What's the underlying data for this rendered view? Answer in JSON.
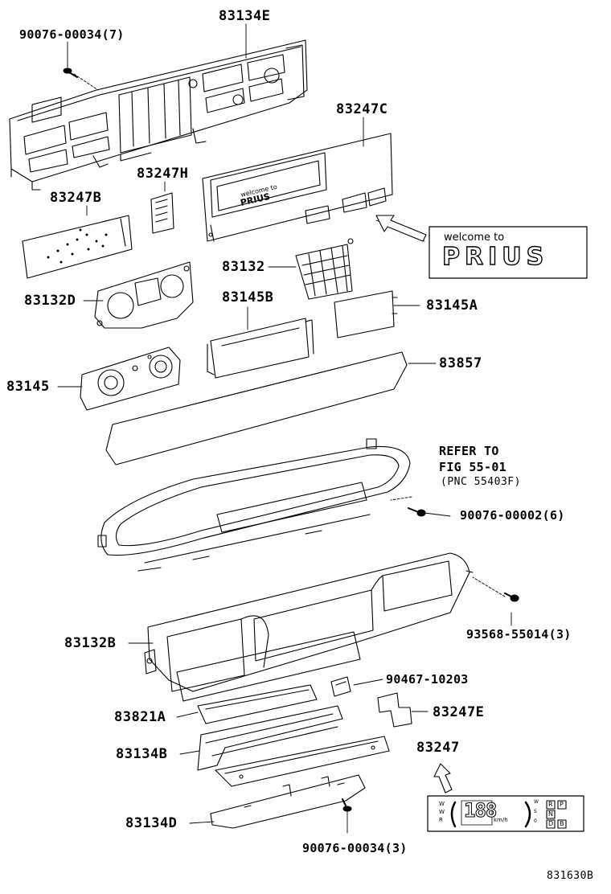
{
  "labels": {
    "p83134E": "83134E",
    "p90076_00034_7": "90076-00034(7)",
    "p83247C": "83247C",
    "p83247H": "83247H",
    "p83247B": "83247B",
    "p83132": "83132",
    "p83132D": "83132D",
    "p83145B": "83145B",
    "p83145A": "83145A",
    "p83145": "83145",
    "p83857": "83857",
    "refer_line1": "REFER TO",
    "refer_line2": "FIG 55-01",
    "refer_line3": "(PNC 55403F)",
    "p90076_00002_6": "90076-00002(6)",
    "p83132B": "83132B",
    "p93568_55014_3": "93568-55014(3)",
    "p90467_10203": "90467-10203",
    "p83821A": "83821A",
    "p83247E": "83247E",
    "p83134B": "83134B",
    "p83247": "83247",
    "p83134D": "83134D",
    "p90076_00034_3": "90076-00034(3)",
    "figure_code": "831630B"
  },
  "prius_badge": {
    "line1": "welcome to",
    "line2": "PRIUS"
  },
  "display_inset": {
    "speed_digits": "188",
    "unit": "km/h",
    "gear_letters": [
      "R",
      "P",
      "N",
      "D",
      "B"
    ],
    "left_marks": [
      "W",
      "W",
      "R"
    ],
    "right_marks": [
      "W",
      "S",
      "0"
    ]
  }
}
